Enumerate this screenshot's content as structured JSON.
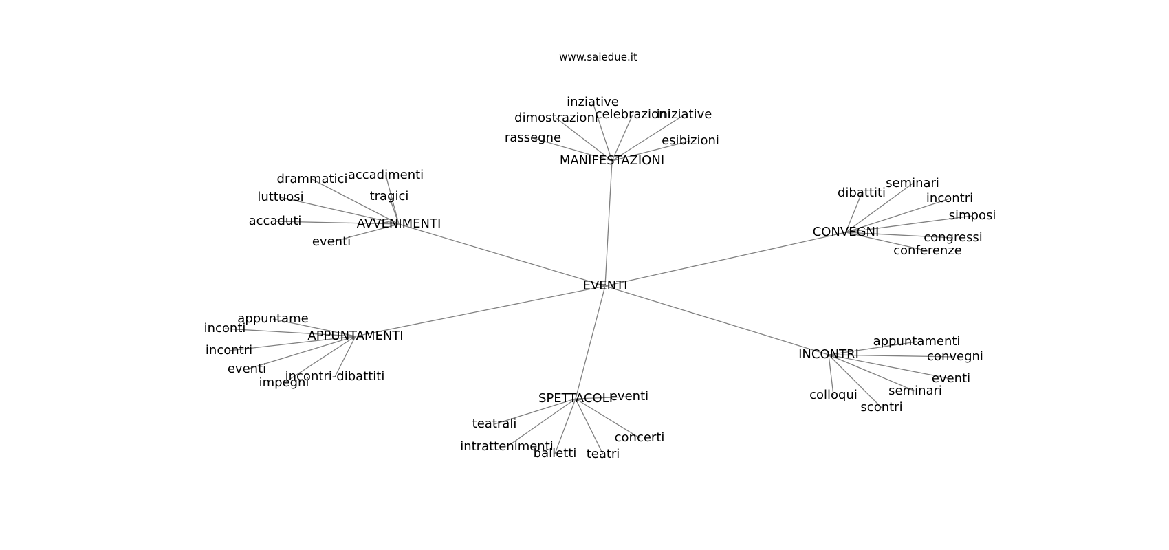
{
  "site": "www.saiedue.it",
  "root": "EVENTI",
  "groups": [
    {
      "name": "MANIFESTAZIONI",
      "leaves": [
        "inziative",
        "dimostrazioni",
        "celebrazioni",
        "iniziative",
        "rassegne",
        "esibizioni"
      ]
    },
    {
      "name": "AVVENIMENTI",
      "leaves": [
        "drammatici",
        "accadimenti",
        "tragici",
        "luttuosi",
        "accaduti",
        "eventi"
      ]
    },
    {
      "name": "CONVEGNI",
      "leaves": [
        "dibattiti",
        "seminari",
        "incontri",
        "simposi",
        "congressi",
        "conferenze"
      ]
    },
    {
      "name": "APPUNTAMENTI",
      "leaves": [
        "appuntame",
        "inconti",
        "incontri",
        "eventi",
        "impegni",
        "incontri-dibattiti"
      ]
    },
    {
      "name": "INCONTRI",
      "leaves": [
        "appuntamenti",
        "convegni",
        "eventi",
        "seminari",
        "colloqui",
        "scontri"
      ]
    },
    {
      "name": "SPETTACOLI",
      "leaves": [
        "eventi",
        "teatrali",
        "concerti",
        "intrattenimenti",
        "balletti",
        "teatri"
      ]
    }
  ]
}
